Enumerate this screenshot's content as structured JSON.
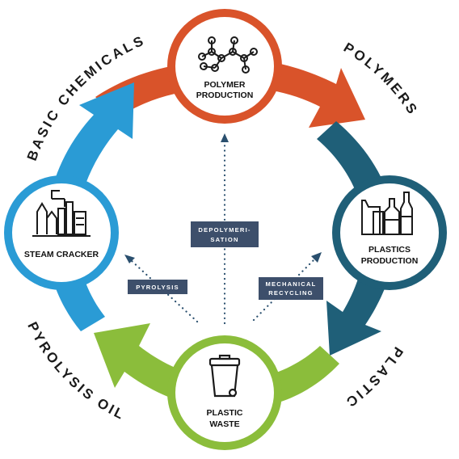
{
  "cycle_labels": {
    "basic_chemicals": "BASIC CHEMICALS",
    "polymers": "POLYMERS",
    "plastics": "PLASTICS",
    "pyrolysis_oil": "PYROLYSIS OIL"
  },
  "nodes": {
    "polymer_production": {
      "line1": "POLYMER",
      "line2": "PRODUCTION",
      "icon": "molecule-icon"
    },
    "plastics_production": {
      "line1": "PLASTICS",
      "line2": "PRODUCTION",
      "icon": "bottles-icon"
    },
    "plastic_waste": {
      "line1": "PLASTIC",
      "line2": "WASTE",
      "icon": "trash-bin-icon"
    },
    "steam_cracker": {
      "line1": "STEAM CRACKER",
      "icon": "factory-icon"
    }
  },
  "recycling_paths": {
    "depolymerisation": {
      "line1": "DEPOLYMERI-",
      "line2": "SATION"
    },
    "mechanical": {
      "line1": "MECHANICAL",
      "line2": "RECYCLING"
    },
    "pyrolysis": {
      "line1": "PYROLYSIS"
    }
  },
  "colors": {
    "orange_arrow": "#d9532a",
    "dark_teal_arrow": "#1f5f78",
    "green_arrow": "#8bbd3b",
    "blue_arrow": "#2a9bd5",
    "label_box": "#3d4f6b",
    "dotted_line": "#2a4f6e"
  }
}
